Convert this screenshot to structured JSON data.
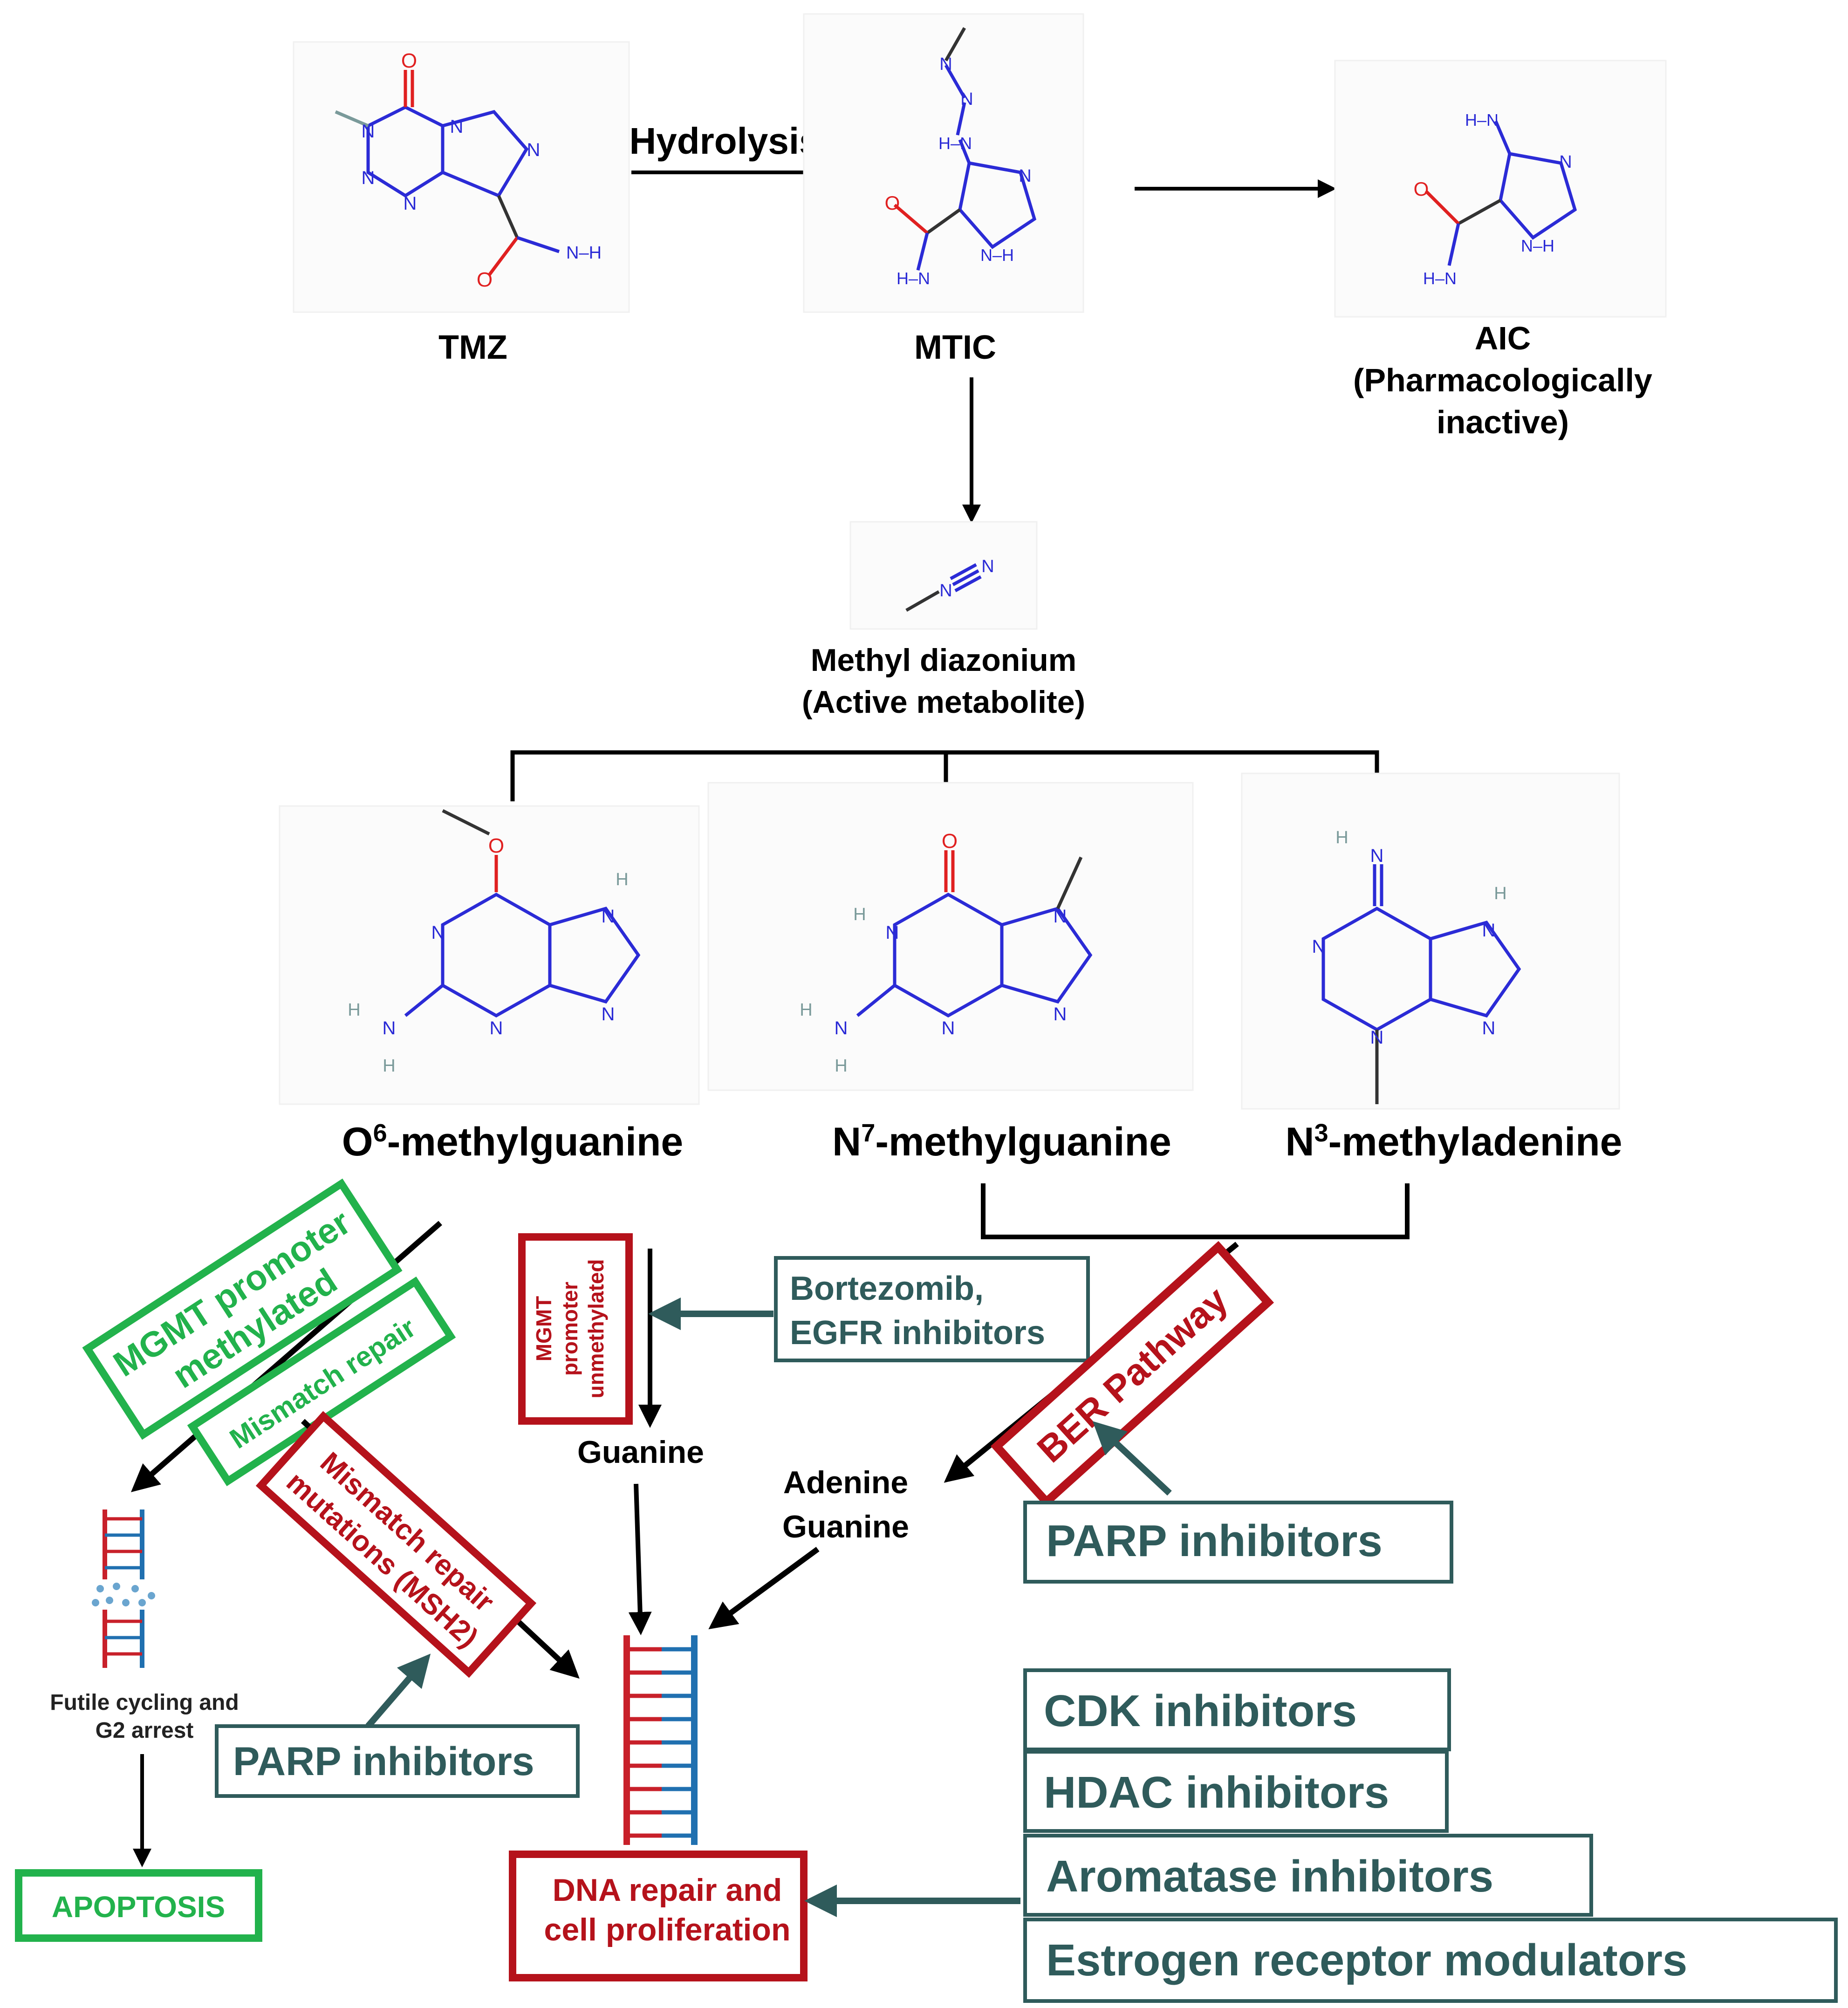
{
  "compounds": {
    "tmz": "TMZ",
    "mtic": "MTIC",
    "aic_name": "AIC",
    "aic_note_1": "(Pharmacologically",
    "aic_note_2": "inactive)",
    "methyl_diazonium": "Methyl diazonium",
    "active_metabolite": "(Active metabolite)",
    "o6_prefix": "O",
    "o6_sup": "6",
    "o6_suffix": "-methylguanine",
    "n7_prefix": "N",
    "n7_sup": "7",
    "n7_suffix": "-methylguanine",
    "n3_prefix": "N",
    "n3_sup": "3",
    "n3_suffix": "-methyladenine"
  },
  "reactions": {
    "hydrolysis": "Hydrolysis"
  },
  "atoms": {
    "O": "O",
    "N": "N",
    "H": "H",
    "H_N": "H–N",
    "N_H": "N–H"
  },
  "pathway": {
    "mgmt_methylated_1": "MGMT promoter",
    "mgmt_methylated_2": "methylated",
    "mismatch_repair": "Mismatch repair",
    "mgmt_unmethylated_1": "MGMT",
    "mgmt_unmethylated_2": "promoter",
    "mgmt_unmethylated_3": "unmethylated",
    "mmr_mutations_1": "Mismatch repair",
    "mmr_mutations_2": "mutations (MSH2)",
    "ber_pathway": "BER Pathway",
    "guanine": "Guanine",
    "adenine": "Adenine",
    "guanine2": "Guanine",
    "futile_1": "Futile cycling and",
    "futile_2": "G2 arrest",
    "apoptosis": "APOPTOSIS",
    "dna_repair_1": "DNA repair and",
    "dna_repair_2": "cell proliferation"
  },
  "inhibitors": {
    "bortezomib_1": "Bortezomib,",
    "bortezomib_2": "EGFR inhibitors",
    "parp_right": "PARP inhibitors",
    "parp_left": "PARP inhibitors",
    "cdk": "CDK inhibitors",
    "hdac": "HDAC inhibitors",
    "aromatase": "Aromatase inhibitors",
    "estrogen": "Estrogen receptor modulators"
  },
  "colors": {
    "green": "#22b24c",
    "red": "#b5121b",
    "teal": "#2f5b5b",
    "blue_atom": "#2b2bd6",
    "red_atom": "#e02020",
    "grey_atom": "#7a9a9a"
  }
}
